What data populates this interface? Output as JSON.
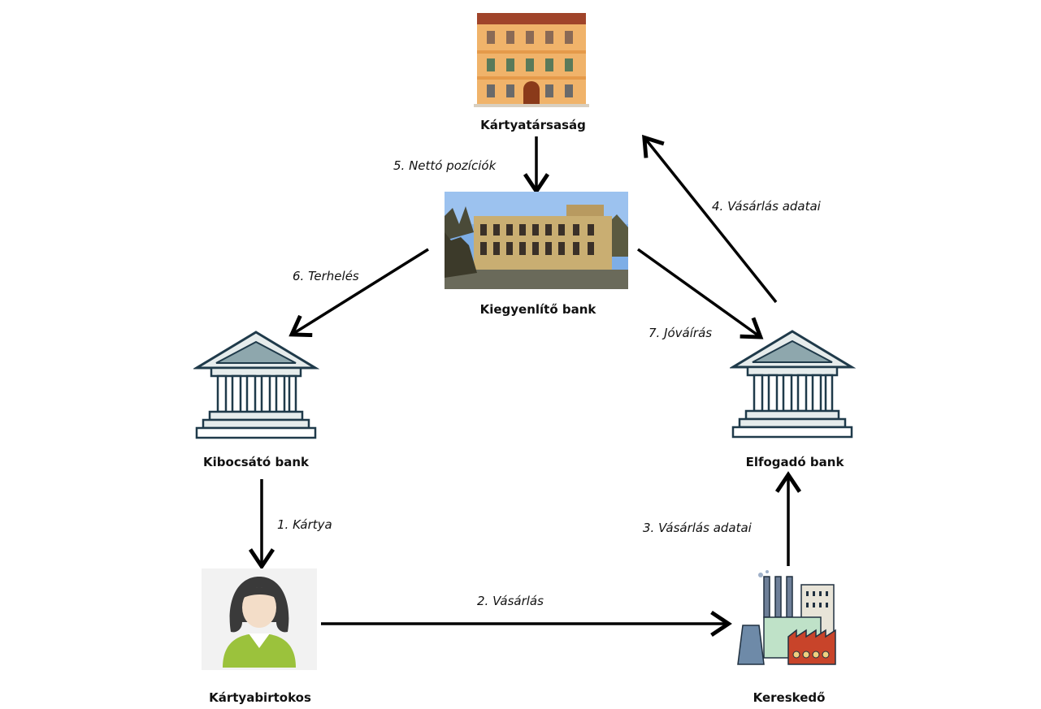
{
  "nodes": {
    "card_company": "Kártyatársaság",
    "settlement_bank": "Kiegyenlítő bank",
    "issuer_bank": "Kibocsátó bank",
    "acquirer_bank": "Elfogadó bank",
    "cardholder": "Kártyabirtokos",
    "merchant": "Kereskedő"
  },
  "edges": {
    "card": "1. Kártya",
    "purchase": "2. Vásárlás",
    "purchase_data_to_acquirer": "3. Vásárlás adatai",
    "purchase_data_to_company": "4. Vásárlás adatai",
    "net_positions": "5. Nettó pozíciók",
    "debit": "6. Terhelés",
    "credit": "7. Jóváírás"
  },
  "icons": {
    "card_company": "building-icon",
    "settlement_bank": "bank-photo-icon",
    "issuer_bank": "bank-icon",
    "acquirer_bank": "bank-icon",
    "cardholder": "person-icon",
    "merchant": "factory-icon"
  },
  "colors": {
    "arrow": "#000000",
    "building_wall": "#f0b36a",
    "building_roof": "#a0442a",
    "bank_stroke": "#1f3a4a",
    "bank_fill": "#e6ecec",
    "person_shirt": "#9bc23c",
    "person_hair": "#3a3a3a"
  }
}
